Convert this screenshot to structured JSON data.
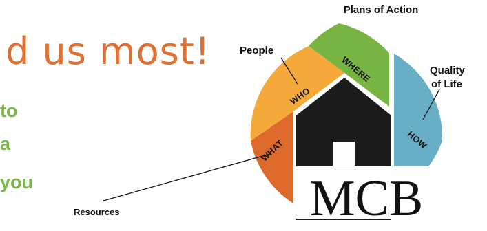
{
  "headline": "d us most!",
  "green_lines": [
    "to",
    "a",
    "you"
  ],
  "colors": {
    "headline": "#E07032",
    "green_text": "#7AB648",
    "who": "#F4A93A",
    "where": "#77B443",
    "how": "#68AEC5",
    "what": "#DD6A2B",
    "house": "#1B1B1B"
  },
  "segments": {
    "who": "WHO",
    "where": "WHERE",
    "how": "HOW",
    "what": "WHAT"
  },
  "callouts": {
    "people": "People",
    "plans": "Plans of Action",
    "quality_line1": "Quality",
    "quality_line2": "of Life",
    "resources": "Resources"
  },
  "logo": "MCB"
}
